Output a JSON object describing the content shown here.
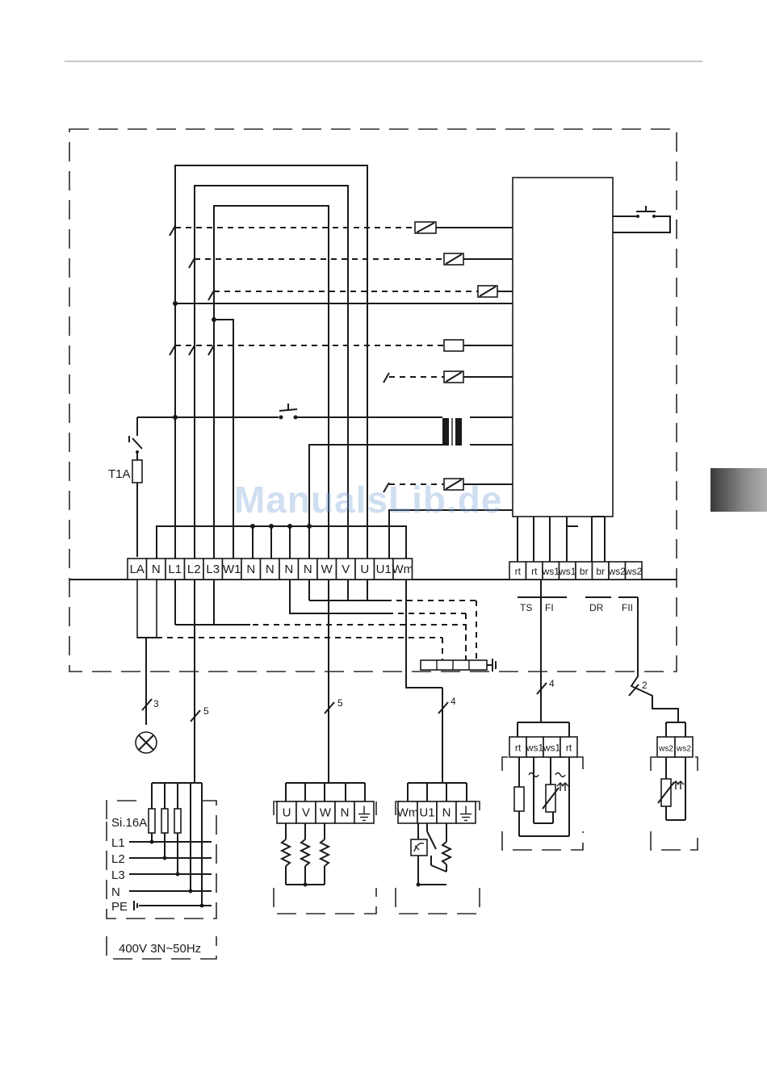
{
  "terminal_block_main": {
    "labels": [
      "LA",
      "N",
      "L1",
      "L2",
      "L3",
      "W1",
      "N",
      "N",
      "N",
      "N",
      "W",
      "V",
      "U",
      "U1",
      "Wm"
    ]
  },
  "terminal_block_sensors": {
    "labels": [
      "rt",
      "rt",
      "ws1",
      "ws1",
      "br",
      "br",
      "ws2",
      "ws2"
    ]
  },
  "sensor_group_labels": [
    "TS",
    "FI",
    "DR",
    "FII"
  ],
  "fuse_label": "T1A",
  "cable_counts": [
    "3",
    "5",
    "5",
    "4",
    "4",
    "2"
  ],
  "supply": {
    "fuse_label": "Si.16A",
    "line_labels": [
      "L1",
      "L2",
      "L3",
      "N",
      "PE"
    ],
    "voltage": "400V 3N~50Hz"
  },
  "motor_terminals": [
    "U",
    "V",
    "W",
    "N"
  ],
  "fan_terminals": [
    "Wm",
    "U1",
    "N"
  ],
  "sensor1_terminals": [
    "rt",
    "ws1",
    "ws1",
    "rt"
  ],
  "sensor2_terminals": [
    "ws2",
    "ws2"
  ],
  "watermark": "ManualsLib.de"
}
